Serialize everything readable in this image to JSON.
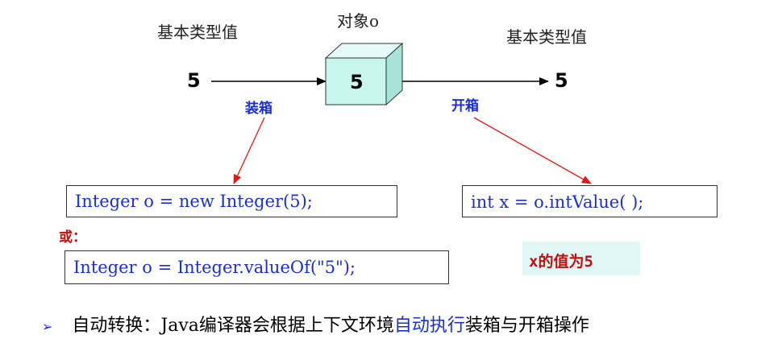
{
  "top": {
    "left_label": "基本类型值",
    "object_label": "对象o",
    "right_label": "基本类型值"
  },
  "values": {
    "left_num": "5",
    "box_num": "5",
    "right_num": "5"
  },
  "arrows": {
    "boxing_label": "装箱",
    "unboxing_label": "开箱"
  },
  "code": {
    "boxing_code": "Integer o = new  Integer(5);",
    "or_label": "或：",
    "boxing_code_alt": "Integer o = Integer.valueOf(\"5\");",
    "unboxing_code": "int x = o.intValue( );"
  },
  "note": {
    "x_value": "x的值为5"
  },
  "bullet": {
    "marker": "➢",
    "prefix": "自动转换：Java编译器会根据上下文环境",
    "highlight": "自动执行",
    "suffix": "装箱与开箱操作"
  },
  "colors": {
    "cube_front": "#c8f5ee",
    "cube_top": "#e4fbf7",
    "cube_side": "#a8e3da",
    "blue_text": "#1a2fd0",
    "red_text": "#c01010",
    "red_arrow": "#e01818"
  }
}
